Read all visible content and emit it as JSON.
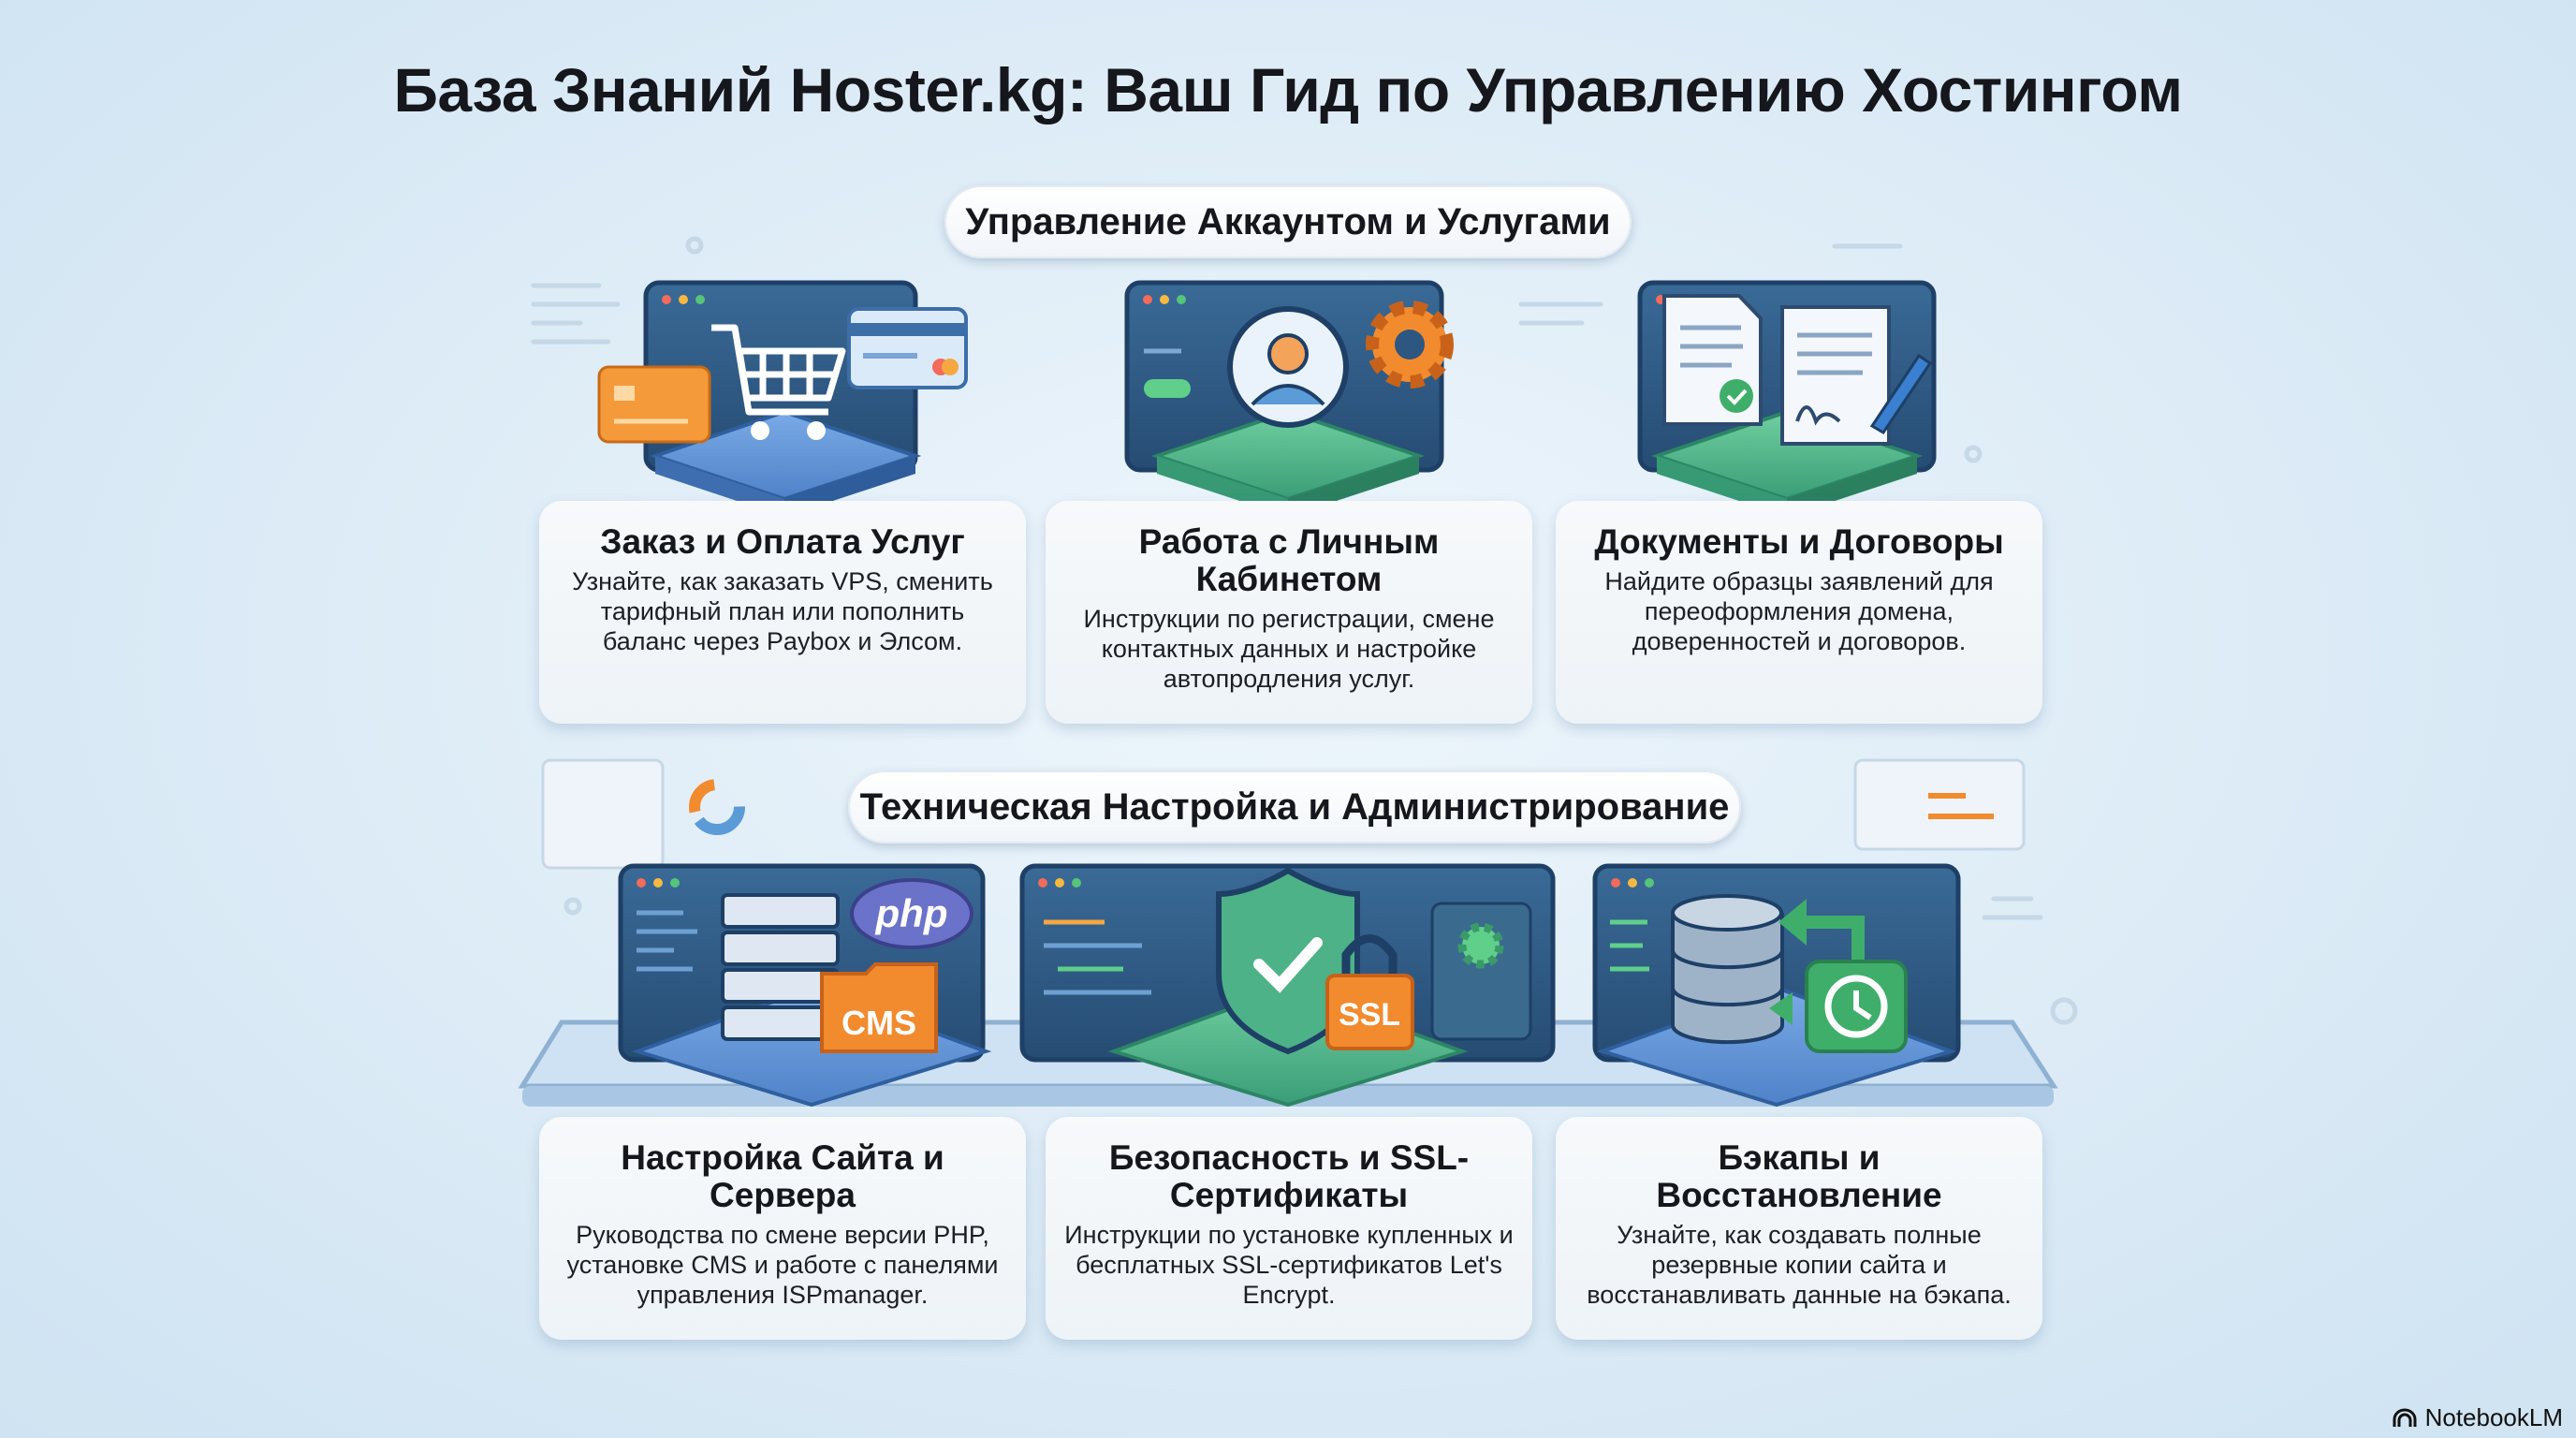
{
  "title": "База Знаний Hoster.kg: Ваш Гид по Управлению Хостингом",
  "sections": [
    {
      "label": "Управление Аккаунтом и Услугами",
      "cards": [
        {
          "title": "Заказ и Оплата Услуг",
          "text": "Узнайте, как заказать VPS, сменить тарифный план или пополнить баланс через Paybox и Элсом."
        },
        {
          "title": "Работа с Личным Кабинетом",
          "text": "Инструкции по регистрации, смене контактных данных и настройке автопродления услуг."
        },
        {
          "title": "Документы и Договоры",
          "text": "Найдите образцы заявлений для переоформления домена, доверенностей и договоров."
        }
      ]
    },
    {
      "label": "Техническая Настройка и Администрирование",
      "cards": [
        {
          "title": "Настройка Сайта и Сервера",
          "text": "Руководства по смене версии PHP, установке CMS и работе с панелями управления ISPmanager."
        },
        {
          "title": "Безопасность и SSL-Сертификаты",
          "text": "Инструкции по установке купленных и бесплатных SSL-сертификатов Let's Encrypt."
        },
        {
          "title": "Бэкапы и Восстановление",
          "text": "Узнайте, как создавать полные резервные копии сайта и восстанавливать данные на бэкапа."
        }
      ]
    }
  ],
  "illustration_labels": {
    "php": "php",
    "cms": "CMS",
    "ssl": "SSL"
  },
  "footer": {
    "brand": "NotebookLM"
  },
  "colors": {
    "window": "#2d5680",
    "platform_blue": "#5a8fd4",
    "platform_green": "#4db287",
    "orange": "#f28a2e",
    "accent_green": "#3fae6a"
  }
}
